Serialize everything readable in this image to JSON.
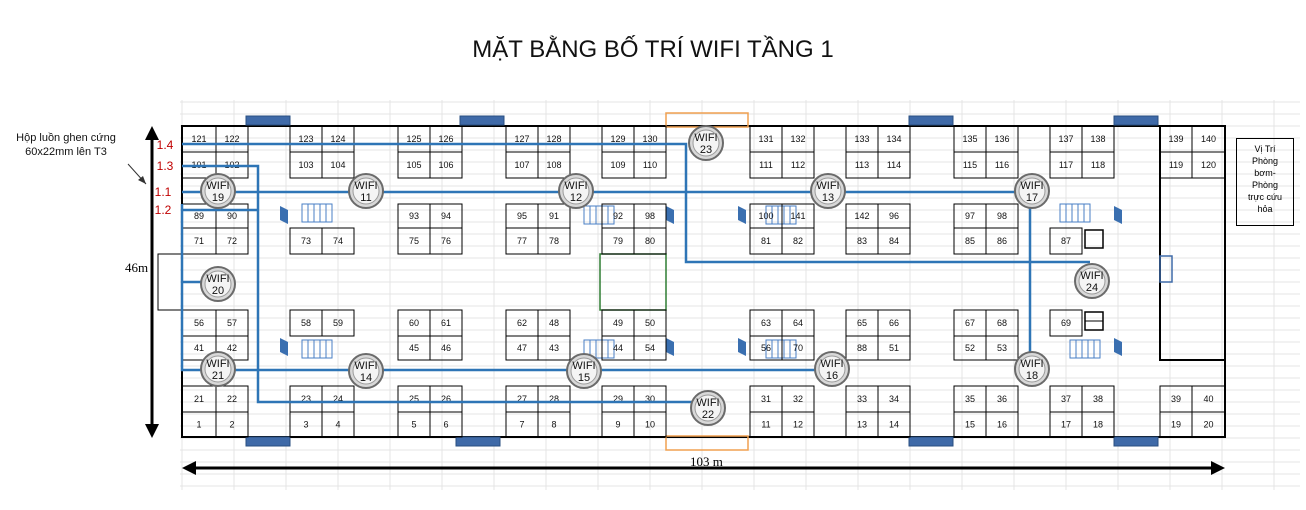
{
  "title": "MẶT BẰNG BỐ TRÍ WIFI TẦNG 1",
  "note_lines": [
    "Hộp luồn ghen cứng",
    "60x22mm lên T3"
  ],
  "side_box_lines": [
    "Vị Trí",
    "Phòng",
    "bơm-",
    "Phòng",
    "trực cứu",
    "hỏa"
  ],
  "dim_height": "46m",
  "dim_width": "103 m",
  "line_labels": [
    "1.4",
    "1.3",
    "1.1",
    "1.2"
  ],
  "wifi_label": "WIFI",
  "wifi_ids": [
    "23",
    "19",
    "11",
    "12",
    "13",
    "17",
    "20",
    "24",
    "21",
    "14",
    "15",
    "16",
    "18",
    "22"
  ],
  "rooms": [
    "121",
    "122",
    "123",
    "124",
    "125",
    "126",
    "127",
    "128",
    "129",
    "130",
    "131",
    "132",
    "133",
    "134",
    "135",
    "136",
    "137",
    "138",
    "139",
    "140",
    "101",
    "102",
    "103",
    "104",
    "105",
    "106",
    "107",
    "108",
    "109",
    "110",
    "111",
    "112",
    "113",
    "114",
    "115",
    "116",
    "117",
    "118",
    "119",
    "120",
    "89",
    "90",
    "93",
    "94",
    "95",
    "91",
    "92",
    "98",
    "100",
    "141",
    "142",
    "96",
    "97",
    "98",
    "71",
    "72",
    "73",
    "74",
    "75",
    "76",
    "77",
    "78",
    "79",
    "80",
    "81",
    "82",
    "83",
    "84",
    "85",
    "86",
    "87",
    "56",
    "57",
    "58",
    "59",
    "60",
    "61",
    "62",
    "48",
    "49",
    "50",
    "63",
    "64",
    "65",
    "66",
    "67",
    "68",
    "69",
    "41",
    "42",
    "45",
    "46",
    "47",
    "43",
    "44",
    "54",
    "56",
    "70",
    "88",
    "51",
    "52",
    "53",
    "21",
    "22",
    "23",
    "24",
    "25",
    "26",
    "27",
    "28",
    "29",
    "30",
    "31",
    "32",
    "33",
    "34",
    "35",
    "36",
    "37",
    "38",
    "39",
    "40",
    "1",
    "2",
    "3",
    "4",
    "5",
    "6",
    "7",
    "8",
    "9",
    "10",
    "11",
    "12",
    "13",
    "14",
    "15",
    "16",
    "17",
    "18",
    "19",
    "20"
  ],
  "colors": {
    "cable": "#2e75b6",
    "door": "#3f6aa8",
    "stair": "#4a7fc4",
    "label_red": "#c00000",
    "orange": "#f0a050",
    "green": "#2e7d32"
  }
}
